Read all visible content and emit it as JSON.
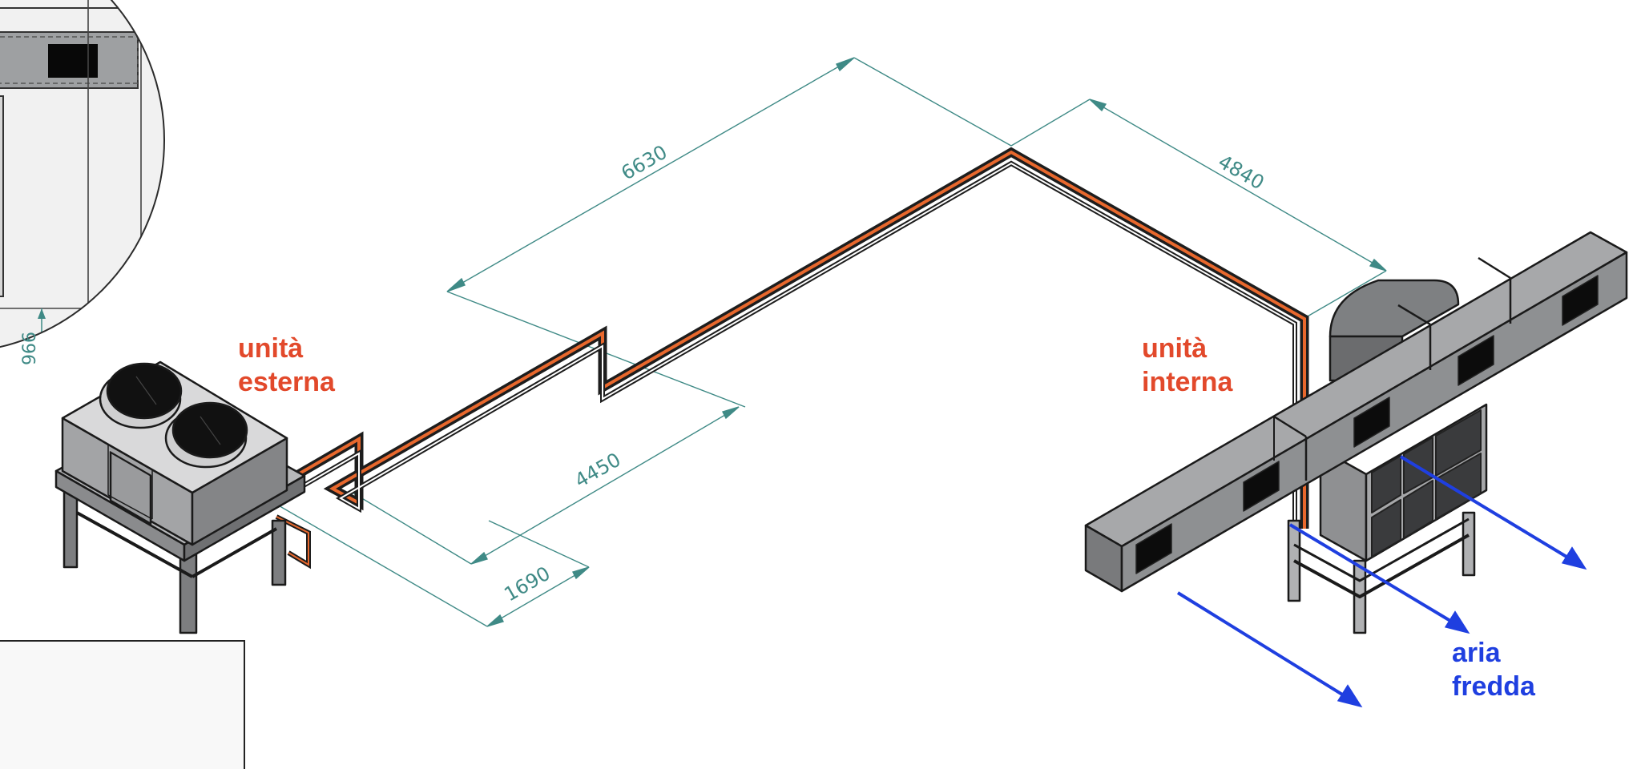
{
  "labels": {
    "outdoor_unit": [
      "unità",
      "esterna"
    ],
    "indoor_unit": [
      "unità",
      "interna"
    ],
    "cold_air": [
      "aria",
      "fredda"
    ]
  },
  "dimensions": {
    "d6630": "6630",
    "d4840": "4840",
    "d4450": "4450",
    "d1690": "1690",
    "d966": "966"
  },
  "colors": {
    "label_red": "#e2492b",
    "label_blue": "#1f3fe0",
    "dimension_teal": "#3f8a86",
    "pipe_orange": "#e8682d",
    "pipe_dark": "#1d1d1d",
    "unit_gray": "#9b9c9e",
    "duct_gray": "#8e9092"
  }
}
